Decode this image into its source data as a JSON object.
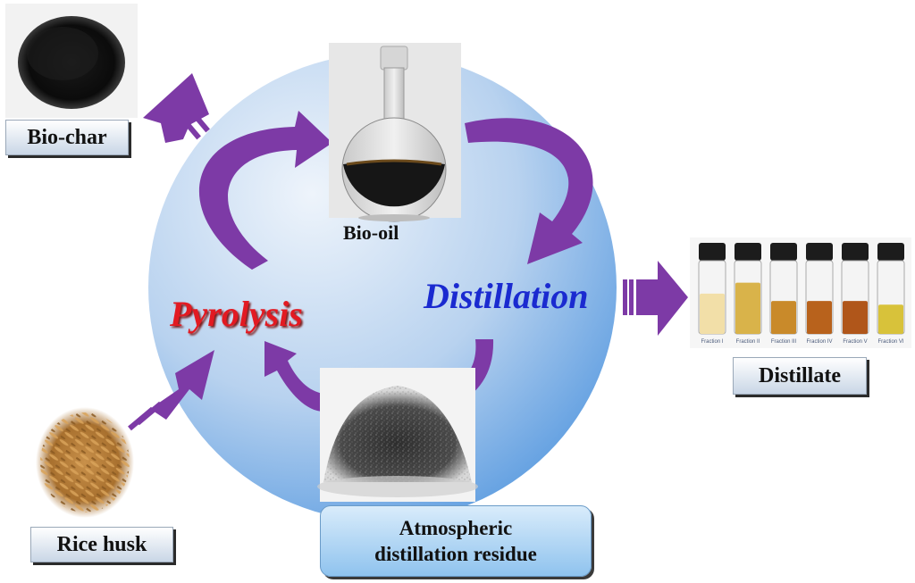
{
  "labels": {
    "bio_char": "Bio-char",
    "bio_oil": "Bio-oil",
    "pyrolysis": "Pyrolysis",
    "distillation": "Distillation",
    "distillate": "Distillate",
    "rice_husk": "Rice husk",
    "residue_line1": "Atmospheric",
    "residue_line2": "distillation residue"
  },
  "fractions": [
    "Fraction I",
    "Fraction II",
    "Fraction III",
    "Fraction IV",
    "Fraction V",
    "Fraction VI"
  ],
  "colors": {
    "arrow": "#7d3aa6",
    "circle_light": "#eef4fb",
    "circle_dark": "#5a9be0",
    "pyrolysis_text": "#e21a22",
    "distillation_text": "#1a2ad0"
  }
}
